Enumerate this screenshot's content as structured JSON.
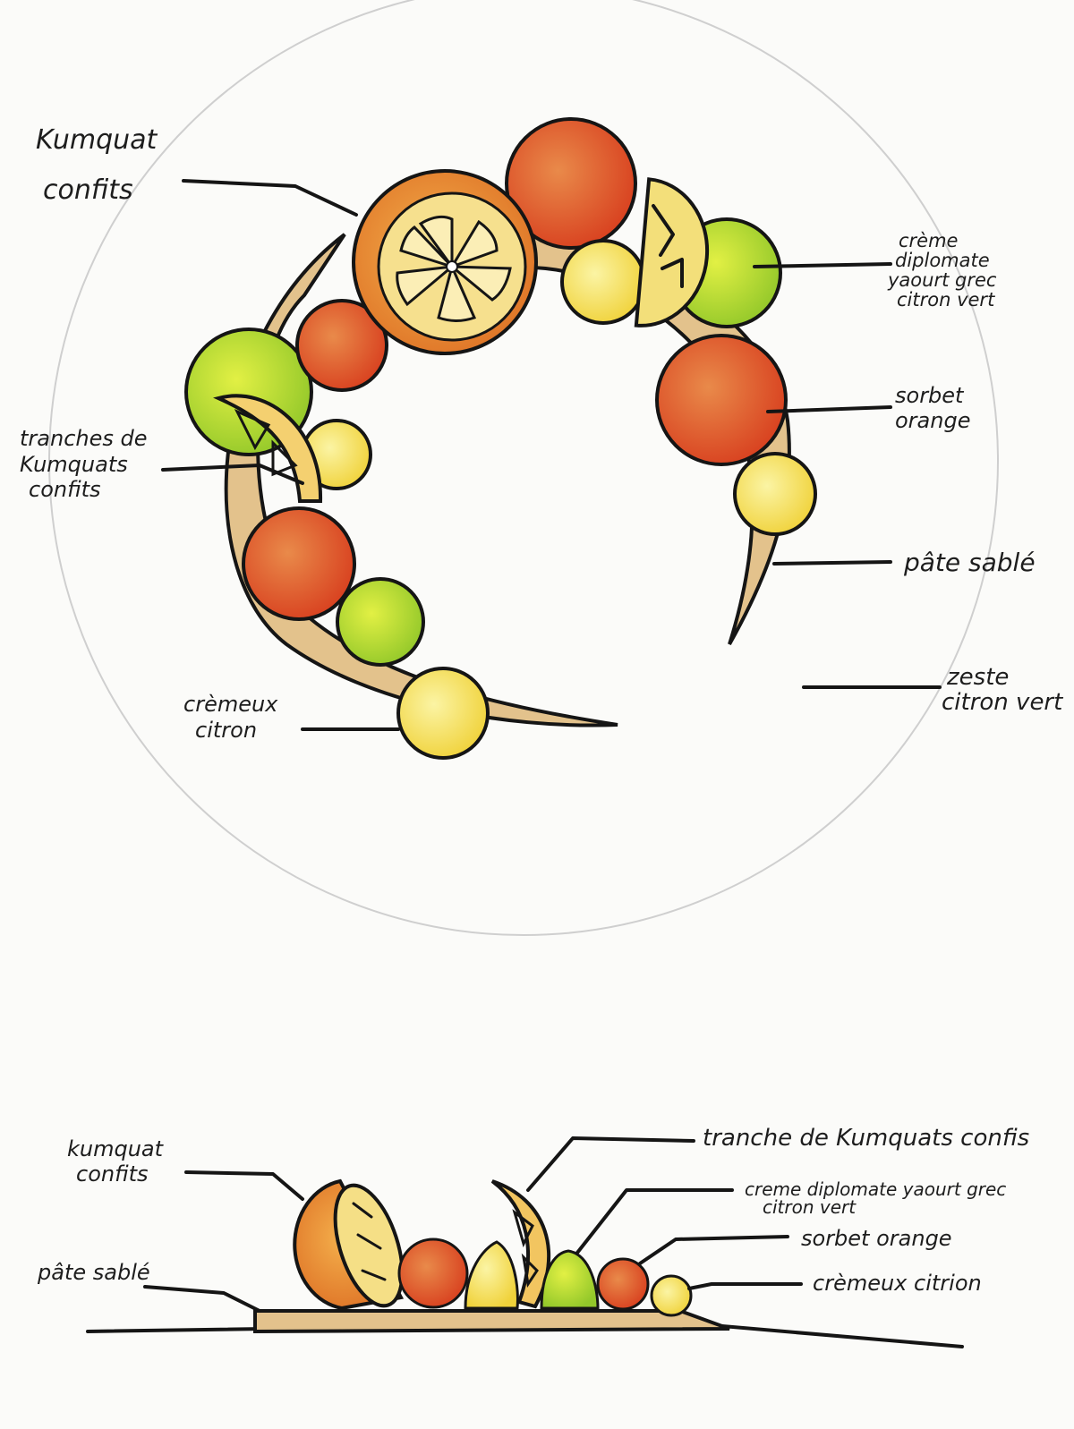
{
  "plan_view": {
    "labels": {
      "kumquat_confits": [
        "Kumquat",
        "confits"
      ],
      "tranches": [
        "tranches de",
        "Kumquats",
        "confits"
      ],
      "cremeux": [
        "crèmeux",
        "citron"
      ],
      "creme_diplomate": [
        "crème",
        "diplomate",
        "yaourt grec",
        "citron vert"
      ],
      "sorbet": [
        "sorbet",
        "orange"
      ],
      "pate_sable": "pâte sablé",
      "zeste": [
        "zeste",
        "citron vert"
      ]
    }
  },
  "side_view": {
    "labels": {
      "kumquat_confits": [
        "kumquat",
        "confits"
      ],
      "pate_sable": "pâte sablé",
      "tranche": "tranche de Kumquats confis",
      "creme_diplomate": [
        "creme diplomate yaourt grec",
        "citron vert"
      ],
      "sorbet": "sorbet orange",
      "cremeux": "crèmeux citrion"
    }
  },
  "colors": {
    "orange_sorbet": "#e0522a",
    "lime_creme": "#b6d930",
    "lemon_cremeux": "#f6e046",
    "kumquat_peel": "#e88a2e",
    "pastry": "#e3c28c",
    "ink": "#151515"
  }
}
